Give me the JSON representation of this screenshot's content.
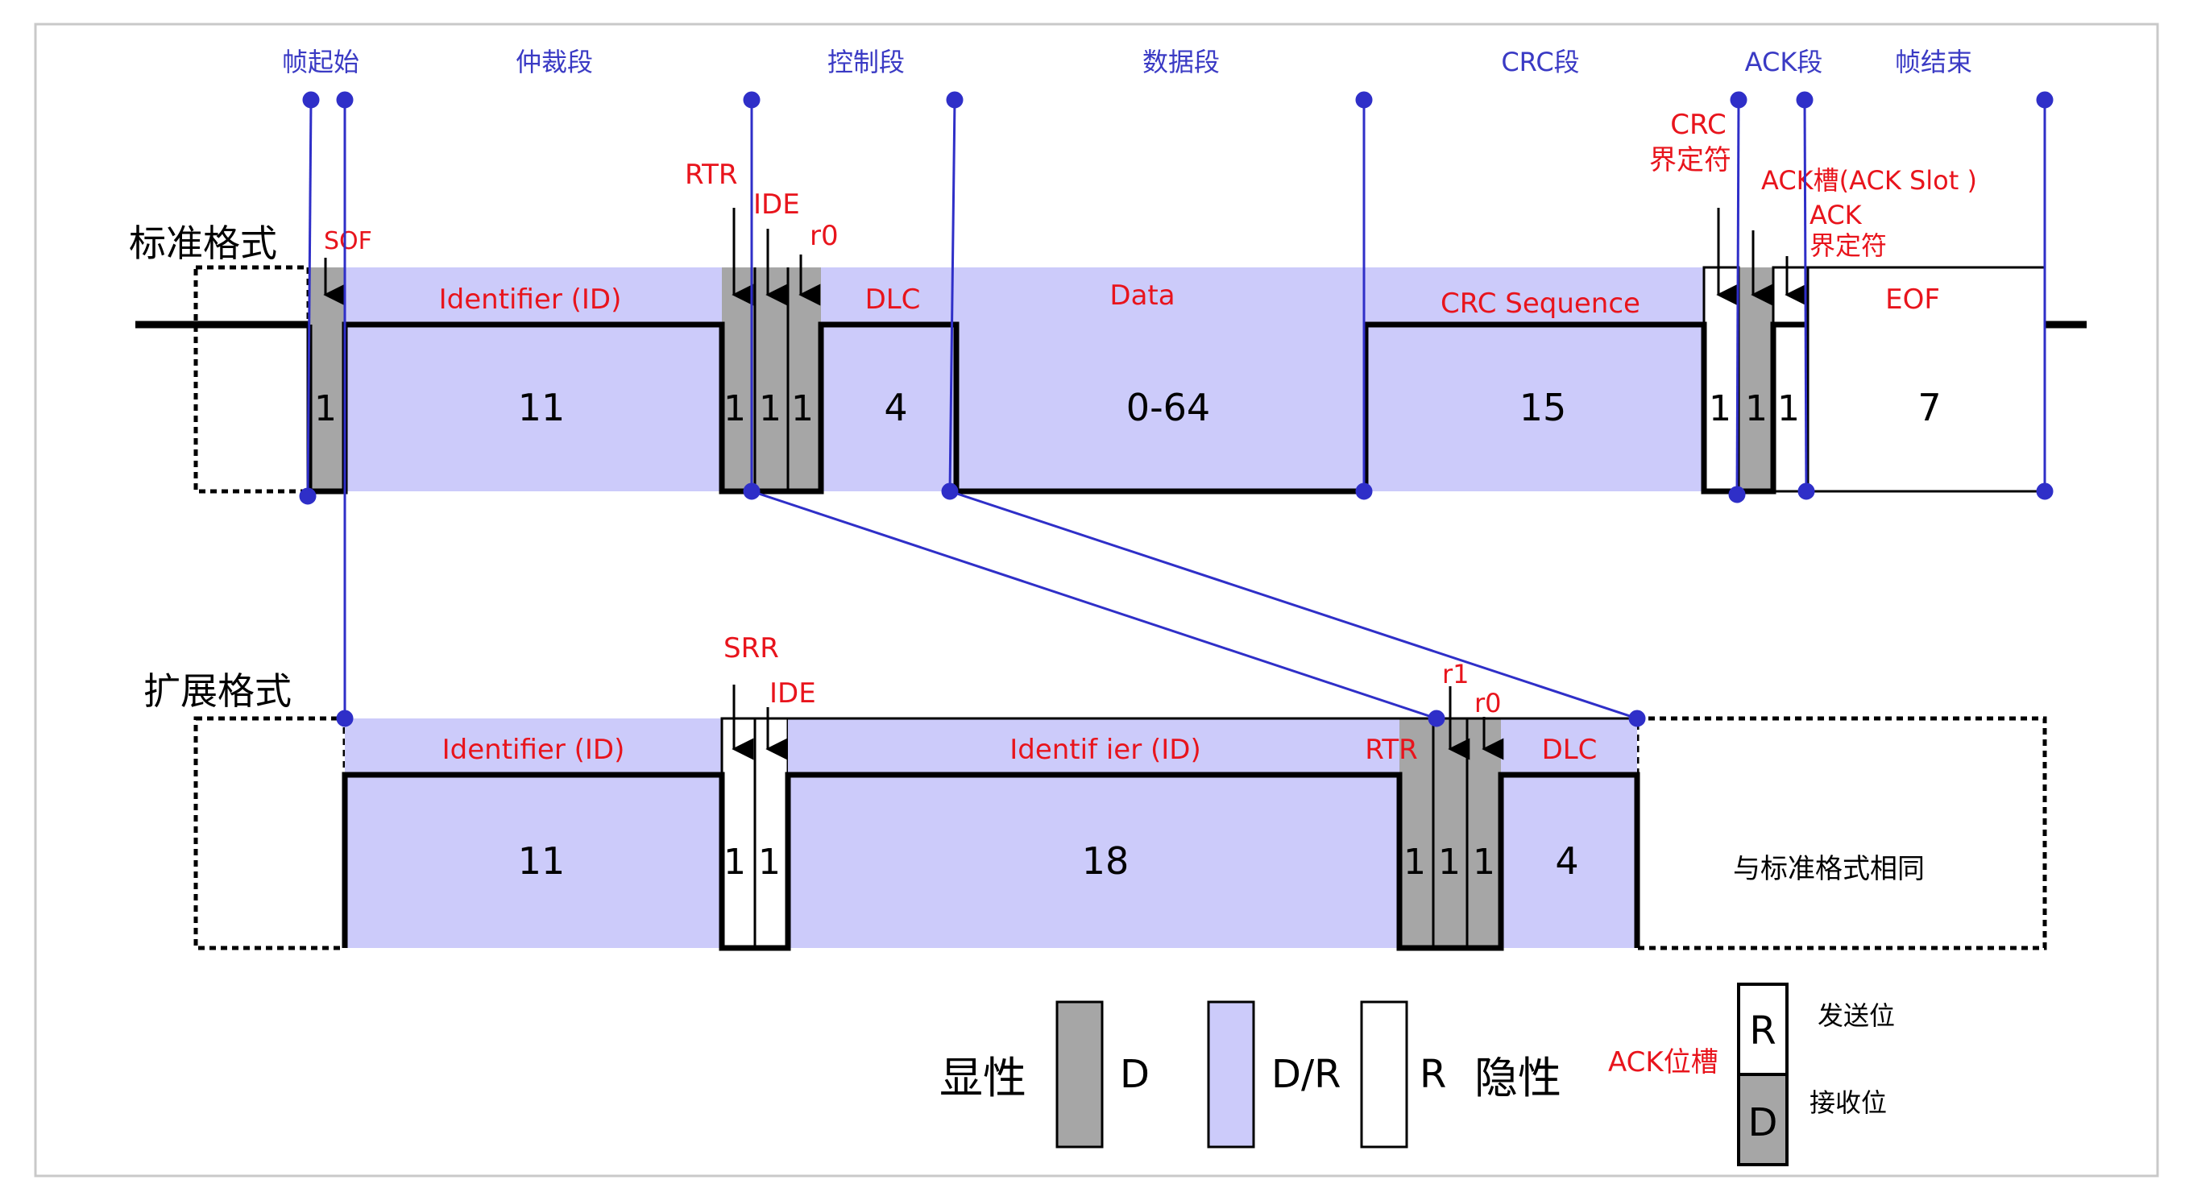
{
  "colors": {
    "dr": "#cccbfa",
    "dominant": "#a6a6a6",
    "recessive": "#ffffff",
    "blue_marker": "#2f2fc8",
    "red_label": "#e8141c",
    "section_text": "#3a3ac4"
  },
  "sections": {
    "sof": "帧起始",
    "arbitration": "仲裁段",
    "control": "控制段",
    "data": "数据段",
    "crc": "CRC段",
    "ack": "ACK段",
    "eof": "帧结束"
  },
  "formats": {
    "standard": "标准格式",
    "extended": "扩展格式"
  },
  "standard": {
    "labels": {
      "sof": "SOF",
      "rtr": "RTR",
      "ide": "IDE",
      "r0": "r0",
      "id": "Identifier (ID)",
      "dlc": "DLC",
      "data": "Data",
      "crc_seq": "CRC Sequence",
      "crc_delim_1": "CRC",
      "crc_delim_2": "界定符",
      "ack_slot": "ACK槽(ACK Slot )",
      "ack_delim_1": "ACK",
      "ack_delim_2": "界定符",
      "eof": "EOF"
    },
    "bits": {
      "sof": "1",
      "id": "11",
      "rtr": "1",
      "ide": "1",
      "r0": "1",
      "dlc": "4",
      "data": "0-64",
      "crc": "15",
      "crc_delim": "1",
      "ack_slot": "1",
      "ack_delim": "1",
      "eof": "7"
    }
  },
  "extended": {
    "labels": {
      "srr": "SRR",
      "ide": "IDE",
      "id_base": "Identifier (ID)",
      "id_ext": "Identif ier (ID)",
      "rtr": "RTR",
      "r1": "r1",
      "r0": "r0",
      "dlc": "DLC",
      "same": "与标准格式相同"
    },
    "bits": {
      "id_base": "11",
      "srr": "1",
      "ide": "1",
      "id_ext": "18",
      "rtr": "1",
      "r1": "1",
      "r0": "1",
      "dlc": "4"
    }
  },
  "legend": {
    "dominant_word": "显性",
    "recessive_word": "隐性",
    "d": "D",
    "dr": "D/R",
    "r": "R",
    "ack_slot": "ACK位槽",
    "send_letter": "R",
    "send_label": "发送位",
    "recv_letter": "D",
    "recv_label": "接收位"
  }
}
